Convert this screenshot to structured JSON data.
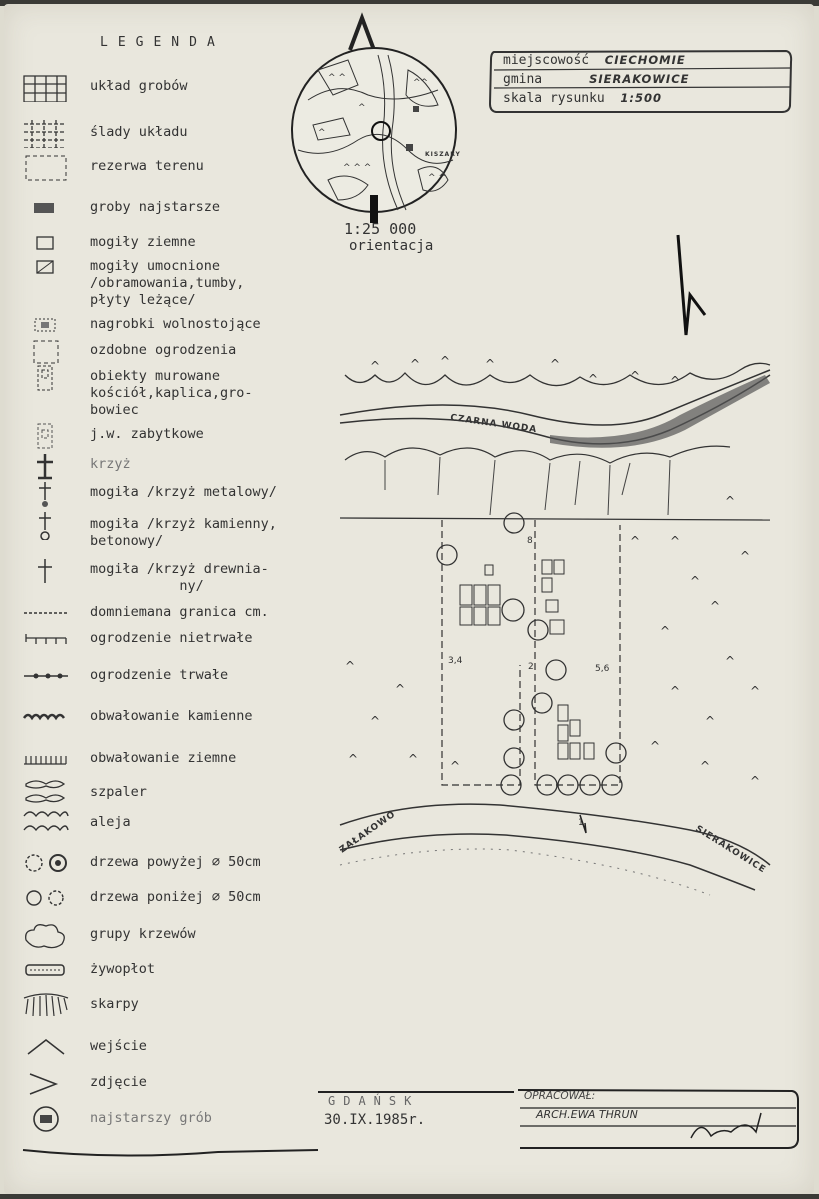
{
  "legend": {
    "title": "LEGENDA",
    "items": [
      {
        "label": "układ grobów",
        "icon": "grid-icon"
      },
      {
        "label": "ślady układu",
        "icon": "dashed-grid-icon"
      },
      {
        "label": "rezerwa terenu",
        "icon": "dashed-rect-icon"
      },
      {
        "label": "groby najstarsze",
        "icon": "oldest-graves-icon"
      },
      {
        "label": "mogiły ziemne",
        "icon": "earth-grave-icon"
      },
      {
        "label": "mogiły umocnione\n/obramowania,tumby,\npłyty leżące/",
        "icon": "reinforced-grave-icon"
      },
      {
        "label": "nagrobki wolnostojące",
        "icon": "freestanding-tombstone-icon"
      },
      {
        "label": "ozdobne ogrodzenia",
        "icon": "decorative-fence-icon"
      },
      {
        "label": "obiekty murowane\nkościół,kaplica,gro-\nbowiec",
        "icon": "masonry-building-icon"
      },
      {
        "label": "j.w. zabytkowe",
        "icon": "historic-building-icon"
      },
      {
        "label": "krzyż",
        "icon": "cross-icon"
      },
      {
        "label": "mogiła /krzyż metalowy/",
        "icon": "metal-cross-icon"
      },
      {
        "label": "mogiła /krzyż kamienny,\nbetonowy/",
        "icon": "stone-cross-icon"
      },
      {
        "label": "mogiła /krzyż drewnia-\n           ny/",
        "icon": "wooden-cross-icon"
      },
      {
        "label": "domniemana granica cm.",
        "icon": "dashed-line-icon"
      },
      {
        "label": "ogrodzenie nietrwałe",
        "icon": "temporary-fence-icon"
      },
      {
        "label": "ogrodzenie trwałe",
        "icon": "permanent-fence-icon"
      },
      {
        "label": "obwałowanie kamienne",
        "icon": "stone-embankment-icon"
      },
      {
        "label": "obwałowanie ziemne",
        "icon": "earth-embankment-icon"
      },
      {
        "label": "szpaler",
        "icon": "tree-row-icon"
      },
      {
        "label": "aleja",
        "icon": "alley-icon"
      },
      {
        "label": "drzewa powyżej ∅ 50cm",
        "icon": "large-tree-icon"
      },
      {
        "label": "drzewa poniżej ∅ 50cm",
        "icon": "small-tree-icon"
      },
      {
        "label": "grupy krzewów",
        "icon": "shrubs-icon"
      },
      {
        "label": "żywopłot",
        "icon": "hedge-icon"
      },
      {
        "label": "skarpy",
        "icon": "slope-icon"
      },
      {
        "label": "wejście",
        "icon": "entrance-icon"
      },
      {
        "label": "zdjęcie",
        "icon": "photo-icon"
      },
      {
        "label": "najstarszy grób",
        "icon": "oldest-grave-icon"
      }
    ]
  },
  "info": {
    "place_label": "miejscowość",
    "place_value": "CIECHOMIE",
    "commune_label": "gmina",
    "commune_value": "SIERAKOWICE",
    "scale_label": "skala rysunku",
    "scale_value": "1:500"
  },
  "orientation": {
    "scale": "1:25 000",
    "label": "orientacja",
    "inset_label": "KISZARY"
  },
  "map": {
    "river_label": "CZARNA WODA",
    "road_left_label": "ZAŁAKOWO",
    "road_right_label": "SIERAKOWICE",
    "numbers": [
      "8",
      "3,4",
      "2",
      "5,6",
      "1"
    ]
  },
  "footer": {
    "city": "GDAŃSK",
    "date": "30.IX.1985r.",
    "prepared_label": "OPRACOWAŁ:",
    "author": "ARCH.EWA THRUN"
  },
  "colors": {
    "paper": "#e9e7dd",
    "ink": "#2a2a2a"
  }
}
